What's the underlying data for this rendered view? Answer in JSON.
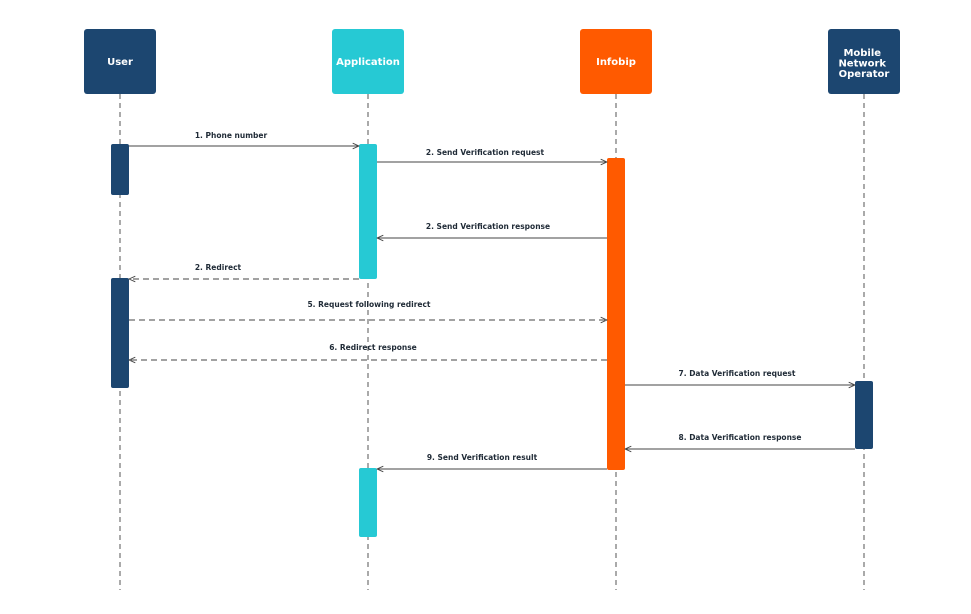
{
  "participants": [
    {
      "id": "user",
      "lines": [
        "User"
      ],
      "color": "#1c4670"
    },
    {
      "id": "application",
      "lines": [
        "Application"
      ],
      "color": "#26c9d4"
    },
    {
      "id": "infobip",
      "lines": [
        "Infobip"
      ],
      "color": "#ff5a00"
    },
    {
      "id": "mno",
      "lines": [
        "Mobile",
        "Network",
        "Operator"
      ],
      "color": "#1c4670"
    }
  ],
  "messages": [
    {
      "id": "phone-number",
      "from": "user",
      "to": "application",
      "label": "1. Phone number",
      "style": "solid"
    },
    {
      "id": "send-verification-request",
      "from": "application",
      "to": "infobip",
      "label": "2. Send Verification request",
      "style": "solid"
    },
    {
      "id": "send-verification-response",
      "from": "infobip",
      "to": "application",
      "label": "2. Send Verification response",
      "style": "solid"
    },
    {
      "id": "redirect",
      "from": "application",
      "to": "user",
      "label": "2. Redirect",
      "style": "dashed"
    },
    {
      "id": "request-following-redirect",
      "from": "user",
      "to": "infobip",
      "label": "5. Request following redirect",
      "style": "dashed"
    },
    {
      "id": "redirect-response",
      "from": "infobip",
      "to": "user",
      "label": "6. Redirect response",
      "style": "dashed"
    },
    {
      "id": "data-verification-request",
      "from": "infobip",
      "to": "mno",
      "label": "7. Data Verification request",
      "style": "solid"
    },
    {
      "id": "data-verification-response",
      "from": "mno",
      "to": "infobip",
      "label": "8. Data Verification response",
      "style": "solid"
    },
    {
      "id": "send-verification-result",
      "from": "infobip",
      "to": "application",
      "label": "9. Send Verification result",
      "style": "solid"
    }
  ]
}
